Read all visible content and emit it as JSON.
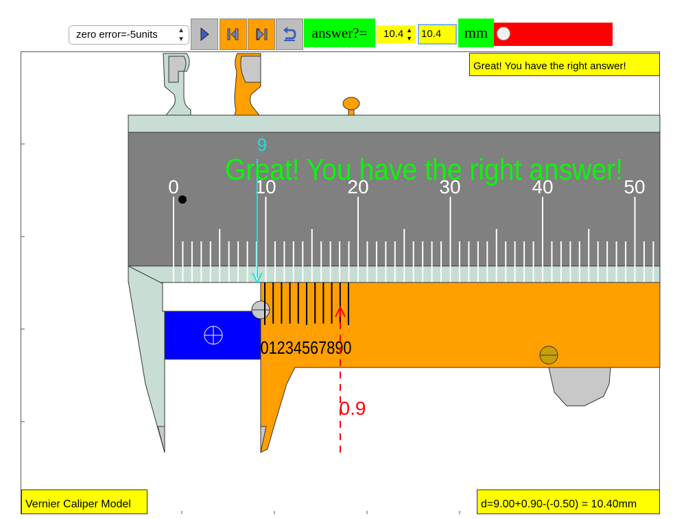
{
  "toolbar": {
    "zero_error_select": "zero error=-5units",
    "answer_label": "answer?=",
    "answer_spin_value": "10.4",
    "answer_input_value": "10.4",
    "unit_label": "mm",
    "slider_value": 0
  },
  "messages": {
    "top_feedback": "Great! You have the right answer!",
    "overlay_feedback": "Great! You have the right answer!",
    "model_title": "Vernier Caliper Model",
    "formula": "d=9.00+0.90-(-0.50) = 10.40mm"
  },
  "main_scale": {
    "labels": [
      "0",
      "10",
      "20",
      "30",
      "40",
      "50"
    ]
  },
  "vernier_scale": {
    "digits": "01234567890"
  },
  "indicators": {
    "main_reading": "9",
    "vernier_reading": "0.9"
  },
  "colors": {
    "grey_body": "#808080",
    "light_body": "#c8ddd3",
    "vernier_orange": "#ff9f00",
    "object_blue": "#0000ff",
    "indicator_cyan": "#1ee0e0",
    "indicator_red": "#ff0000",
    "highlight_yellow": "#ffff00",
    "highlight_green": "#00ff00"
  }
}
